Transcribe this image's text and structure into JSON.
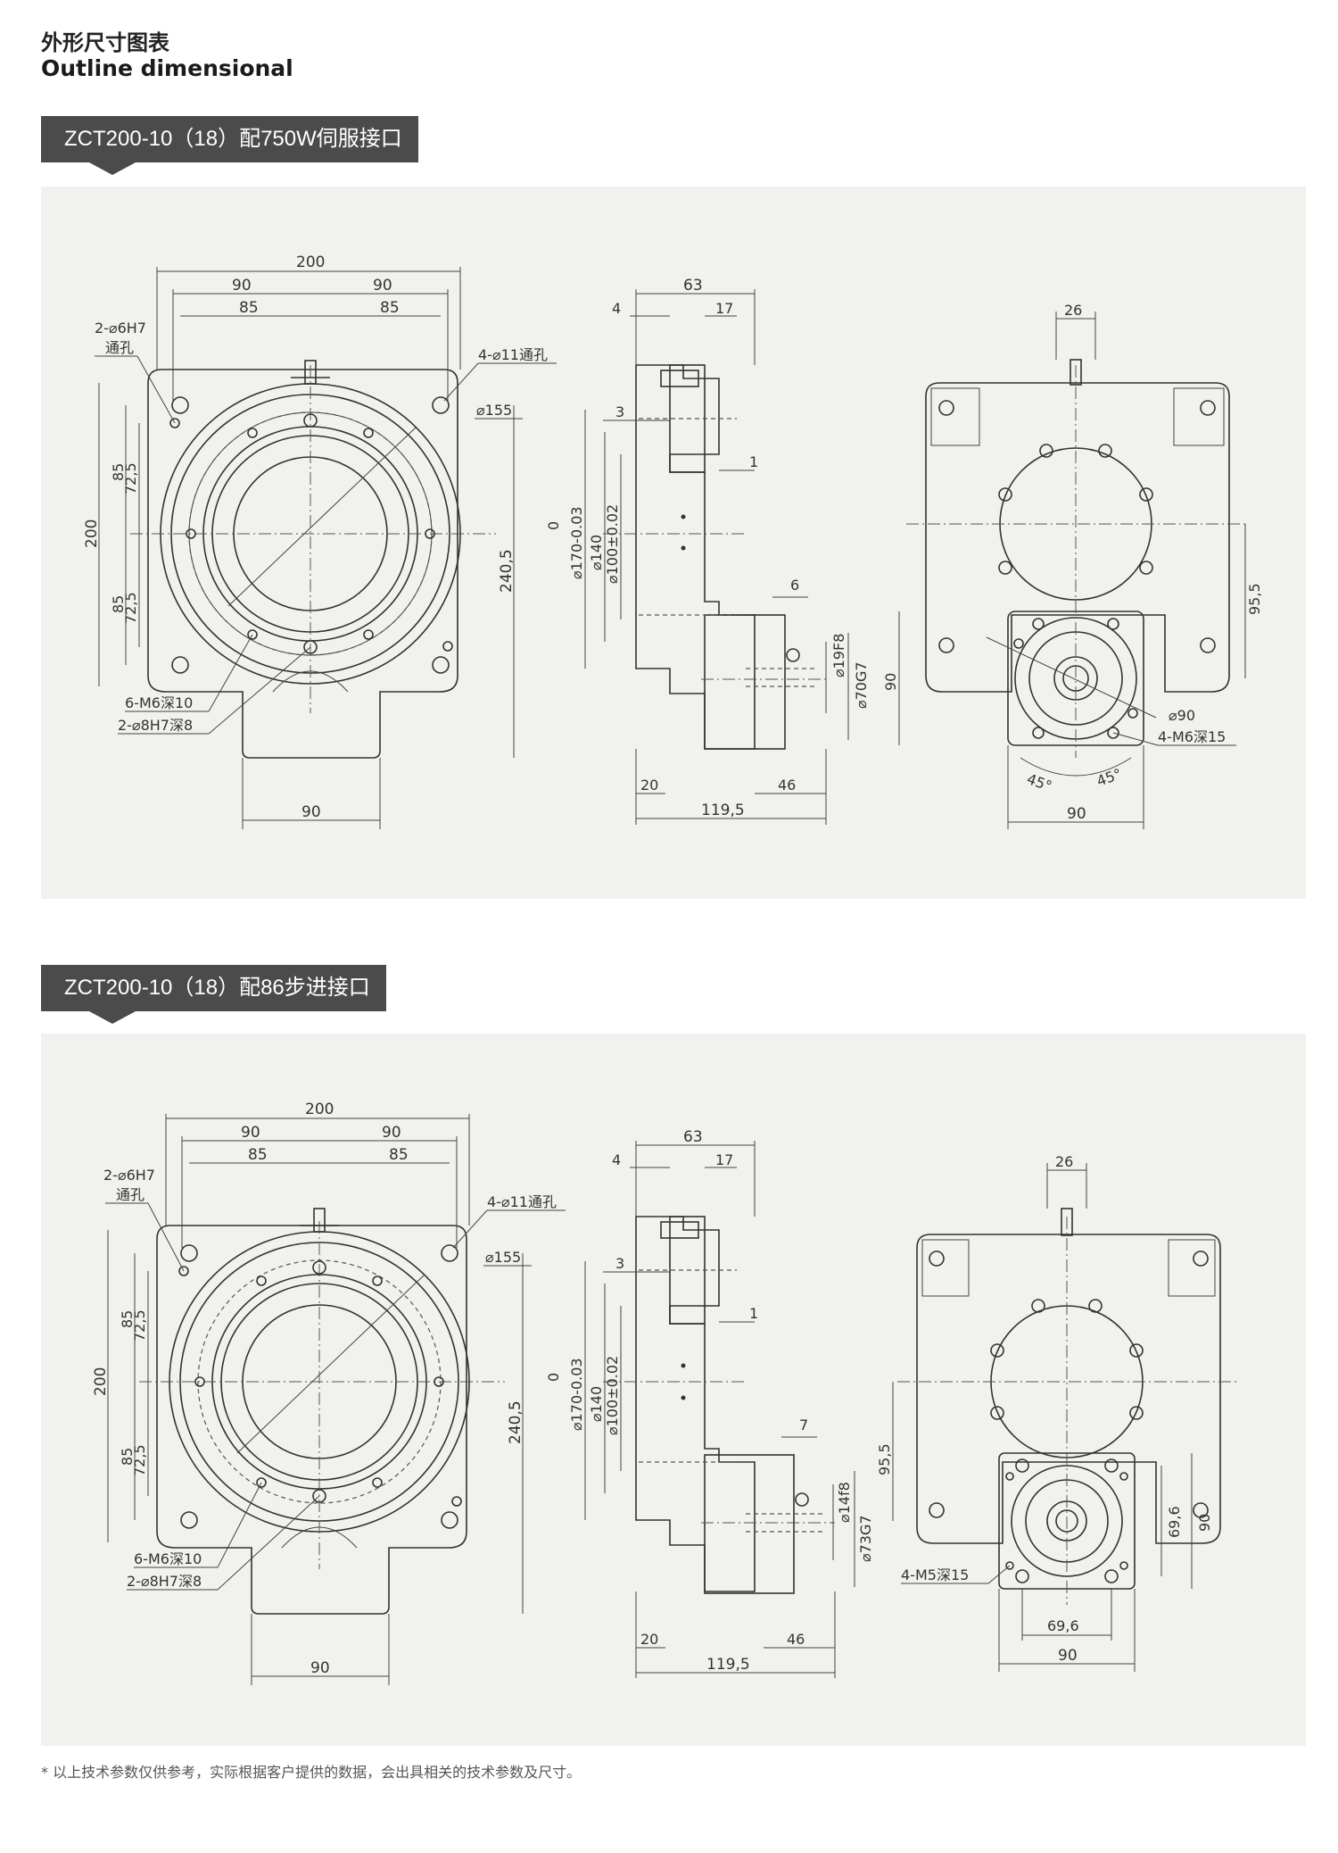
{
  "header": {
    "title_cn": "外形尺寸图表",
    "title_en": "Outline dimensional"
  },
  "sections": [
    {
      "label": "ZCT200-10（18）配750W伺服接口",
      "front": {
        "w200": "200",
        "w90a": "90",
        "w90b": "90",
        "w85a": "85",
        "w85b": "85",
        "hole": "2-⌀6H7",
        "hole2": "通孔",
        "thru": "4-⌀11通孔",
        "d155": "⌀155",
        "h200": "200",
        "h85a": "85",
        "h725a": "72,5",
        "h85b": "85",
        "h725b": "72,5",
        "h2405": "240,5",
        "m6": "6-M6深10",
        "h8": "2-⌀8H7深8",
        "b90": "90"
      },
      "side": {
        "w63": "63",
        "w4": "4",
        "w17": "17",
        "w3": "3",
        "w1": "1",
        "w6": "6",
        "d0": "0",
        "d170": "⌀170-0.03",
        "d140": "⌀140",
        "d100": "⌀100±0.02",
        "d19": "⌀19F8",
        "d70": "⌀70G7",
        "w20": "20",
        "w46": "46",
        "w1195": "119,5"
      },
      "back": {
        "w26": "26",
        "h955": "95,5",
        "h90": "90",
        "d90": "⌀90",
        "m6": "4-M6深15",
        "a45a": "45°",
        "a45b": "45°",
        "b90": "90"
      }
    },
    {
      "label": "ZCT200-10（18）配86步进接口",
      "front": {
        "w200": "200",
        "w90a": "90",
        "w90b": "90",
        "w85a": "85",
        "w85b": "85",
        "hole": "2-⌀6H7",
        "hole2": "通孔",
        "thru": "4-⌀11通孔",
        "d155": "⌀155",
        "h200": "200",
        "h85a": "85",
        "h725a": "72,5",
        "h85b": "85",
        "h725b": "72,5",
        "h2405": "240,5",
        "m6": "6-M6深10",
        "h8": "2-⌀8H7深8",
        "b90": "90"
      },
      "side": {
        "w63": "63",
        "w4": "4",
        "w17": "17",
        "w3": "3",
        "w1": "1",
        "w7": "7",
        "d0": "0",
        "d170": "⌀170-0.03",
        "d140": "⌀140",
        "d100": "⌀100±0.02",
        "d14": "⌀14f8",
        "d73": "⌀73G7",
        "w20": "20",
        "w46": "46",
        "w1195": "119,5"
      },
      "back": {
        "w26": "26",
        "h955": "95,5",
        "h696": "69,6",
        "h90": "90",
        "m5": "4-M5深15",
        "b696": "69,6",
        "b90": "90"
      }
    }
  ],
  "footnote": "* 以上技术参数仅供参考，实际根据客户提供的数据，会出具相关的技术参数及尺寸。"
}
